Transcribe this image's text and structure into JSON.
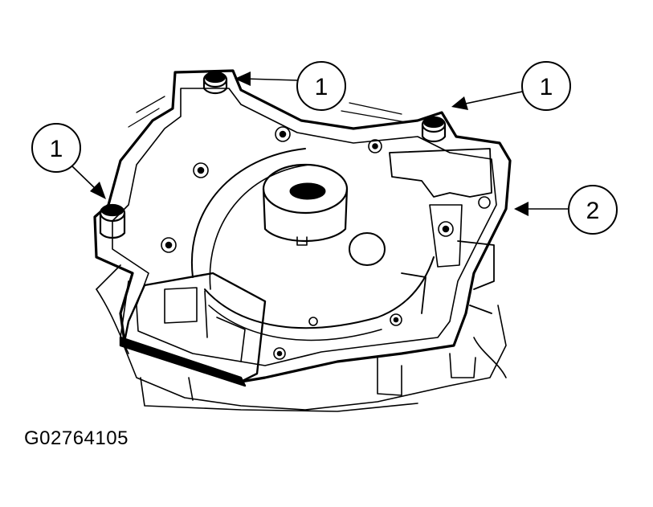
{
  "figure": {
    "code": "G02764105",
    "line_color": "#000000",
    "background_color": "#ffffff"
  },
  "callouts": {
    "top_center": "1",
    "top_right": "1",
    "left": "1",
    "right_side": "2"
  }
}
